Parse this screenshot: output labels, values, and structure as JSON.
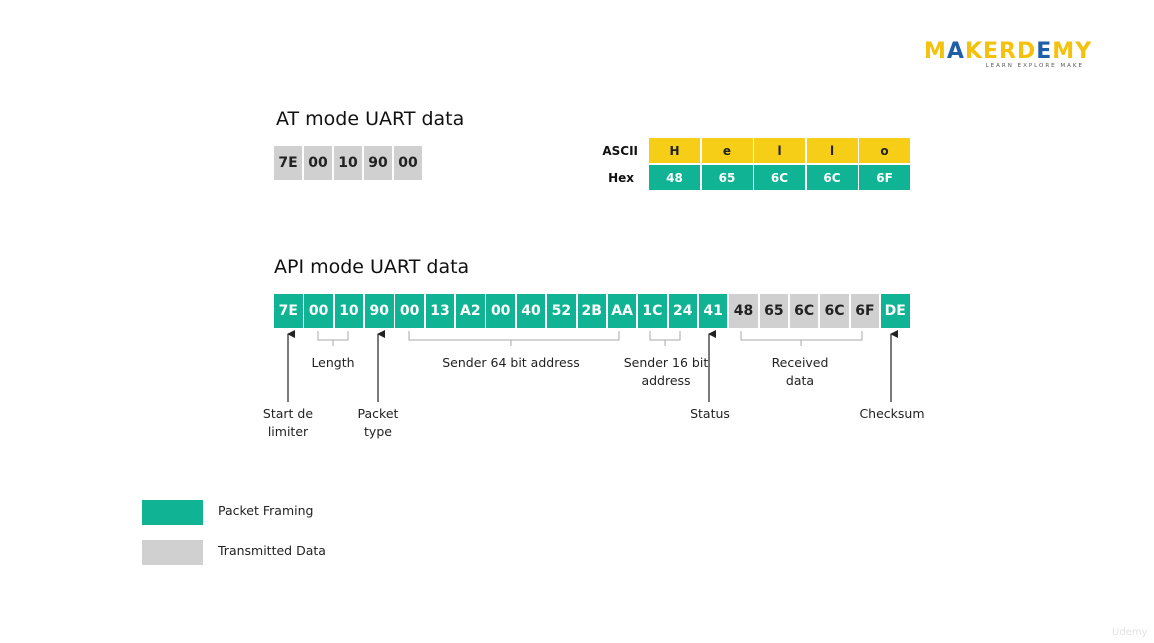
{
  "logo": {
    "main": "MAKERDEMY",
    "tagline": "LEARN EXPLORE MAKE"
  },
  "at_mode": {
    "title": "AT mode UART data",
    "bytes": [
      "7E",
      "00",
      "10",
      "90",
      "00"
    ]
  },
  "ascii_table": {
    "ascii_label": "ASCII",
    "hex_label": "Hex",
    "ascii": [
      "H",
      "e",
      "l",
      "l",
      "o"
    ],
    "hex": [
      "48",
      "65",
      "6C",
      "6C",
      "6F"
    ]
  },
  "api_mode": {
    "title": "API mode UART data",
    "bytes": [
      {
        "v": "7E",
        "type": "framing"
      },
      {
        "v": "00",
        "type": "framing"
      },
      {
        "v": "10",
        "type": "framing"
      },
      {
        "v": "90",
        "type": "framing"
      },
      {
        "v": "00",
        "type": "framing"
      },
      {
        "v": "13",
        "type": "framing"
      },
      {
        "v": "A2",
        "type": "framing"
      },
      {
        "v": "00",
        "type": "framing"
      },
      {
        "v": "40",
        "type": "framing"
      },
      {
        "v": "52",
        "type": "framing"
      },
      {
        "v": "2B",
        "type": "framing"
      },
      {
        "v": "AA",
        "type": "framing"
      },
      {
        "v": "1C",
        "type": "framing"
      },
      {
        "v": "24",
        "type": "framing"
      },
      {
        "v": "41",
        "type": "framing"
      },
      {
        "v": "48",
        "type": "data"
      },
      {
        "v": "65",
        "type": "data"
      },
      {
        "v": "6C",
        "type": "data"
      },
      {
        "v": "6C",
        "type": "data"
      },
      {
        "v": "6F",
        "type": "data"
      },
      {
        "v": "DE",
        "type": "framing"
      }
    ],
    "annotations": {
      "length": "Length",
      "sender64": "Sender 64 bit address",
      "sender16": "Sender 16 bit address",
      "received": "Received data",
      "start": "Start de limiter",
      "packet_type": "Packet type",
      "status": "Status",
      "checksum": "Checksum"
    }
  },
  "legend": [
    {
      "label": "Packet Framing",
      "color": "#10b495"
    },
    {
      "label": "Transmitted Data",
      "color": "#d0d0d0"
    }
  ],
  "watermark": "Udemy",
  "colors": {
    "teal": "#10b495",
    "grey": "#d0d0d0",
    "yellow": "#f7ce17"
  }
}
